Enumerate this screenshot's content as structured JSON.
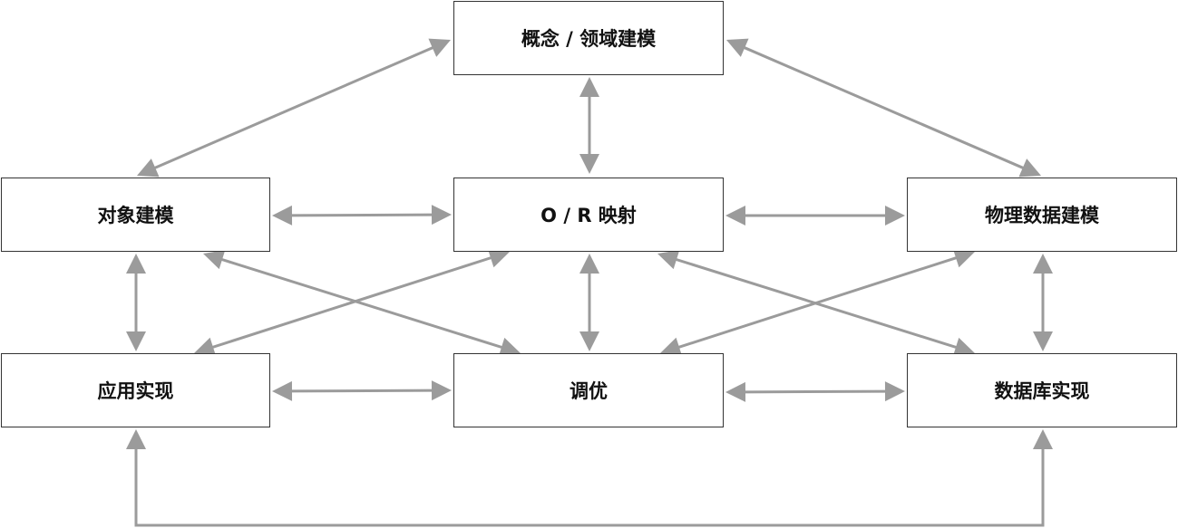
{
  "diagram": {
    "arrow_color": "#9b9b9b",
    "border_color": "#333333",
    "nodes": {
      "concept": "概念 / 领域建模",
      "object": "对象建模",
      "or": "O / R 映射",
      "physical": "物理数据建模",
      "app": "应用实现",
      "tuning": "调优",
      "dbimpl": "数据库实现"
    },
    "edges": [
      {
        "from": "concept",
        "to": "object",
        "direction": "both"
      },
      {
        "from": "concept",
        "to": "or",
        "direction": "both"
      },
      {
        "from": "concept",
        "to": "physical",
        "direction": "both"
      },
      {
        "from": "object",
        "to": "or",
        "direction": "both"
      },
      {
        "from": "or",
        "to": "physical",
        "direction": "both"
      },
      {
        "from": "object",
        "to": "app",
        "direction": "both"
      },
      {
        "from": "object",
        "to": "tuning",
        "direction": "both"
      },
      {
        "from": "or",
        "to": "app",
        "direction": "both"
      },
      {
        "from": "or",
        "to": "tuning",
        "direction": "both"
      },
      {
        "from": "or",
        "to": "dbimpl",
        "direction": "both"
      },
      {
        "from": "physical",
        "to": "tuning",
        "direction": "both"
      },
      {
        "from": "physical",
        "to": "dbimpl",
        "direction": "both"
      },
      {
        "from": "app",
        "to": "tuning",
        "direction": "both"
      },
      {
        "from": "tuning",
        "to": "dbimpl",
        "direction": "both"
      },
      {
        "from": "app",
        "to": "dbimpl",
        "direction": "both",
        "route": "below"
      }
    ]
  }
}
